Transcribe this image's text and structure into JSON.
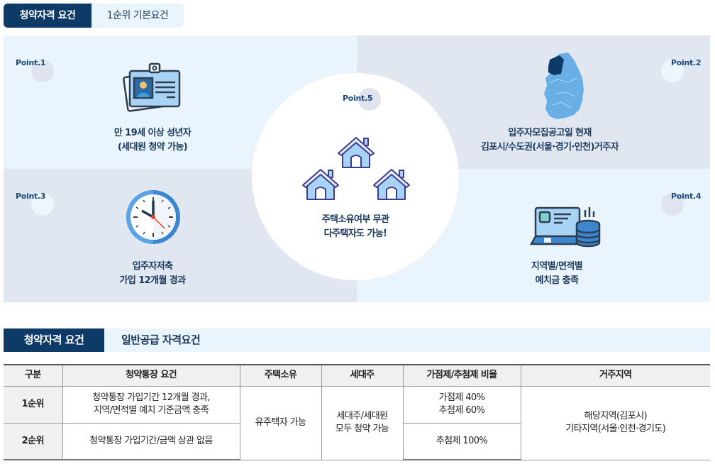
{
  "top_tabs": {
    "active": "청약자격 요건",
    "sub": "1순위 기본요건"
  },
  "points": [
    {
      "badge": "Point.1",
      "icon": "id-card-icon",
      "line1": "만 19세 이상 성년자",
      "line2": "(세대원 청약 가능)"
    },
    {
      "badge": "Point.2",
      "icon": "korea-map-icon",
      "line1": "입주자모집공고일 현재",
      "line2": "김포시/수도권(서울·경기·인천)거주자"
    },
    {
      "badge": "Point.3",
      "icon": "clock-icon",
      "line1": "입주자저축",
      "line2": "가입 12개월 경과"
    },
    {
      "badge": "Point.4",
      "icon": "deposit-savings-icon",
      "line1": "지역별/면적별",
      "line2": "예치금 충족"
    },
    {
      "badge": "Point.5",
      "icon": "houses-icon",
      "line1": "주택소유여부 무관",
      "line2": "다주택자도 가능!"
    }
  ],
  "section2": {
    "active": "청약자격 요건",
    "title": "일반공급 자격요건"
  },
  "table": {
    "headers": [
      "구분",
      "청약통장 요건",
      "주택소유",
      "세대주",
      "가점제/추첨제 비율",
      "거주지역"
    ],
    "rows": [
      {
        "rank": "1순위",
        "account": [
          "청약통장 가입기간 12개월 경과,",
          "지역/면적별 예치 기준금액 충족"
        ],
        "ratio": [
          "가점제 40%",
          "추첨제 60%"
        ]
      },
      {
        "rank": "2순위",
        "account": [
          "청약통장 가입기간/금액 상관 없음"
        ],
        "ratio": [
          "추첨제 100%"
        ]
      }
    ],
    "housing": "유주택자 가능",
    "householder": [
      "세대주/세대원",
      "모두 청약 가능"
    ],
    "region": [
      "해당지역(김포시)",
      "기타지역(서울·인천·경기도)"
    ]
  },
  "colors": {
    "navy": "#0d3a66",
    "light_blue_bg": "#eaf4fc",
    "gray_blue_bg": "#e1e7f1",
    "text": "#1b3a5c"
  }
}
